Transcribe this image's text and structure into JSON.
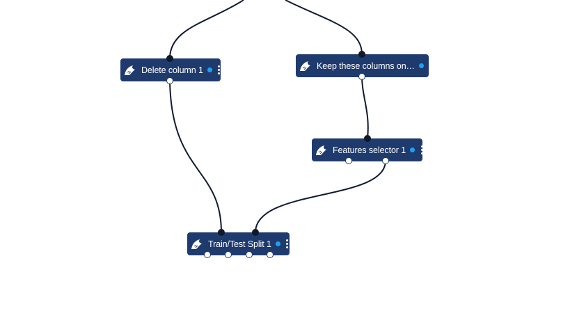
{
  "theme": {
    "node_bg": "#1f3b6e",
    "edge_color": "#111a33",
    "status_color": "#1da1f2",
    "input_port": "#10182a",
    "output_port": "#ffffff"
  },
  "nodes": {
    "delete_column": {
      "label": "Delete column 1",
      "icon": "bird-logo-icon"
    },
    "keep_columns": {
      "label": "Keep these columns on…",
      "icon": "bird-logo-icon"
    },
    "features_selector": {
      "label": "Features selector 1",
      "icon": "bird-logo-icon"
    },
    "train_test_split": {
      "label": "Train/Test Split 1",
      "icon": "bird-logo-icon"
    }
  }
}
